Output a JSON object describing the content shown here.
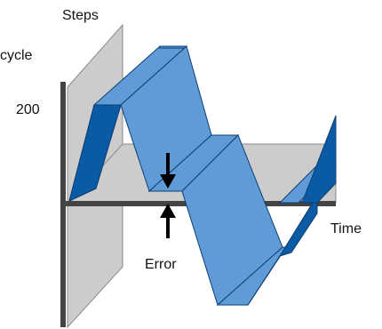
{
  "labels": {
    "steps": "Steps",
    "cycle": "cycle",
    "value": "200",
    "time": "Time",
    "error": "Error"
  },
  "colors": {
    "plane": "#cccccc",
    "plane_edge": "#8a8a8a",
    "ribbon_light": "#5f9bd6",
    "ribbon_dark": "#0a5aa5",
    "ribbon_edge": "#0d3f73",
    "axis": "#444444",
    "arrow": "#000000"
  }
}
